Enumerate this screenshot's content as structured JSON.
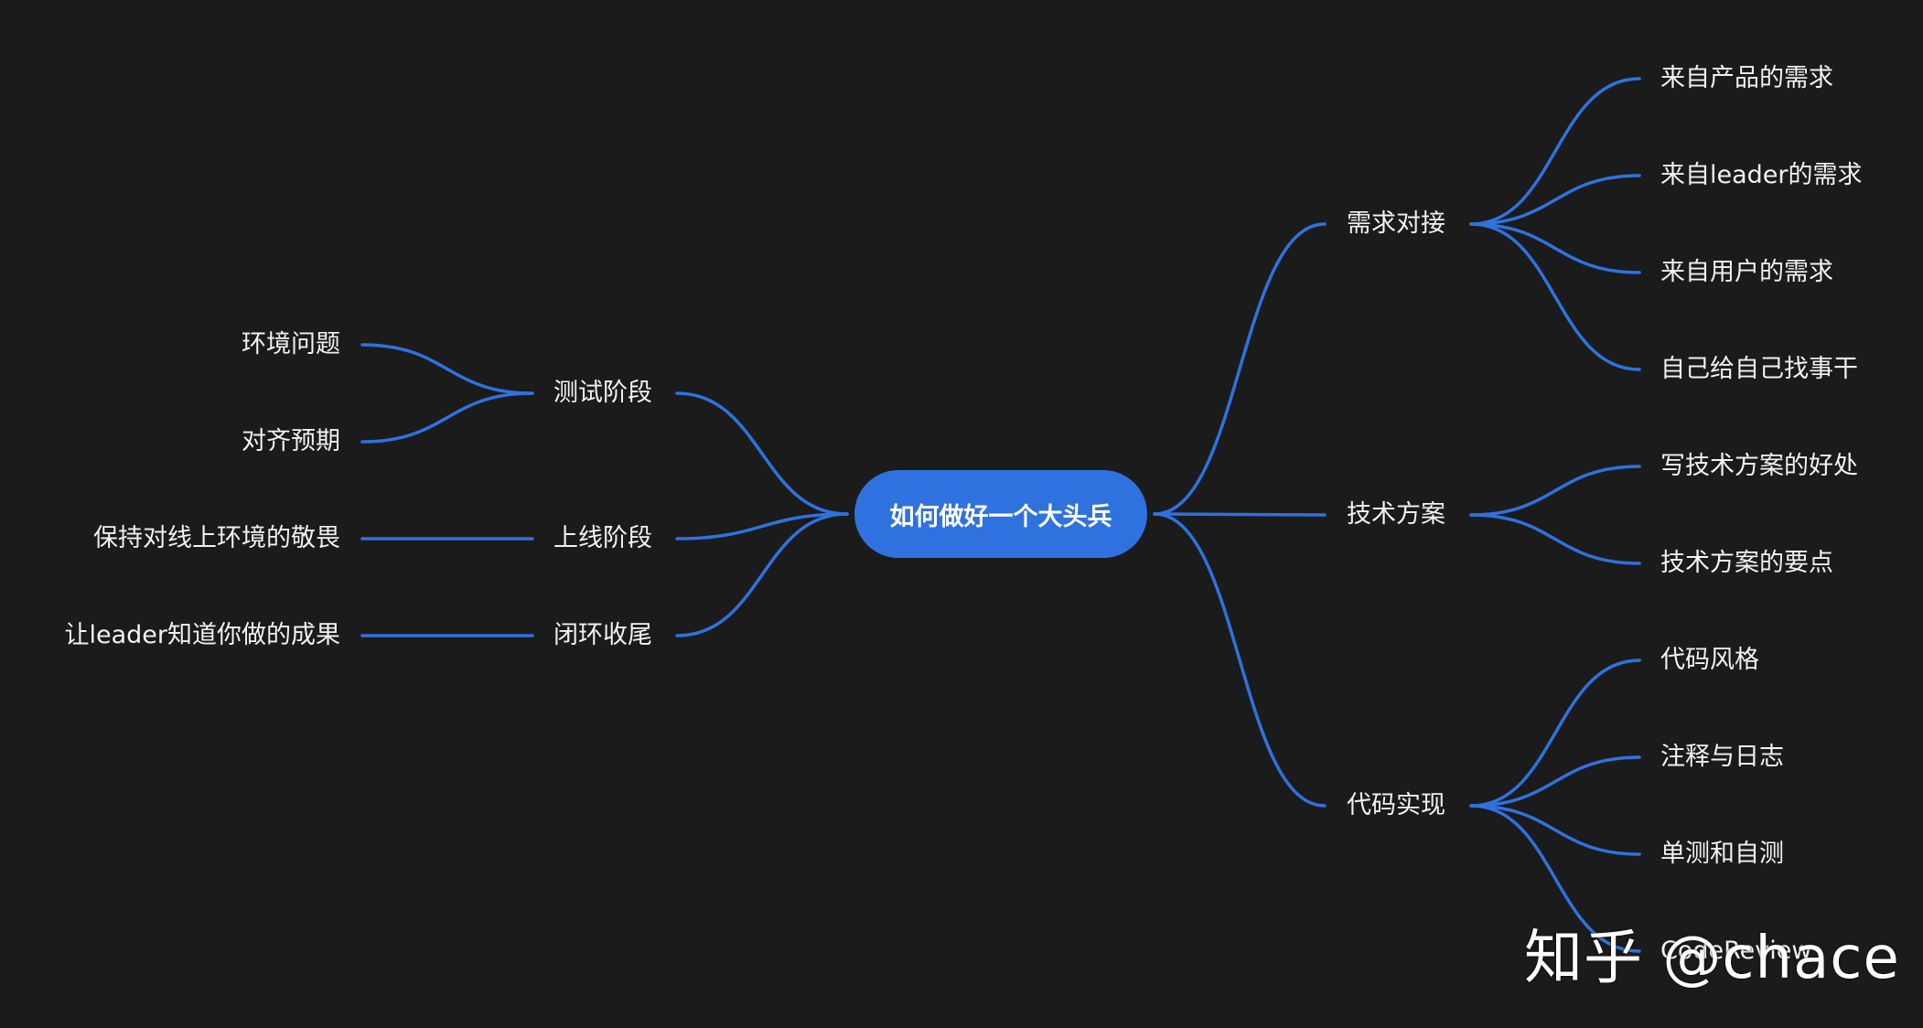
{
  "colors": {
    "background": "#1b1b1c",
    "accent": "#2f72df",
    "text": "#f2f2f2"
  },
  "mindmap": {
    "root": "如何做好一个大头兵",
    "right_branches": [
      {
        "label": "需求对接",
        "children": [
          "来自产品的需求",
          "来自leader的需求",
          "来自用户的需求",
          "自己给自己找事干"
        ]
      },
      {
        "label": "技术方案",
        "children": [
          "写技术方案的好处",
          "技术方案的要点"
        ]
      },
      {
        "label": "代码实现",
        "children": [
          "代码风格",
          "注释与日志",
          "单测和自测",
          "CodeReview"
        ]
      }
    ],
    "left_branches": [
      {
        "label": "测试阶段",
        "children": [
          "环境问题",
          "对齐预期"
        ]
      },
      {
        "label": "上线阶段",
        "children": [
          "保持对线上环境的敬畏"
        ]
      },
      {
        "label": "闭环收尾",
        "children": [
          "让leader知道你做的成果"
        ]
      }
    ]
  },
  "watermark": "知乎 @chace"
}
